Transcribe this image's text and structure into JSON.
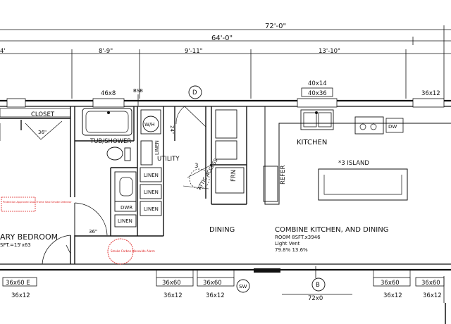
{
  "dimensions": {
    "overall": "72'-0\"",
    "second": "64'-0\"",
    "seg_left": "4'",
    "seg1": "8'-9\"",
    "seg2": "9'-11\"",
    "seg3": "13'-10\"",
    "bottom_center": "72x0"
  },
  "top_windows": {
    "w1": "46x8",
    "w2": "BSB",
    "w3": "40x14",
    "w4": "40x36",
    "w5": "36x12"
  },
  "bottom_windows": {
    "b1": "36x60 E",
    "b1b": "36x12",
    "b2": "36x60",
    "b2b": "36x12",
    "b3": "36x60",
    "b3b": "36x12",
    "b4": "36x60",
    "b4b": "36x12",
    "b5": "36x60",
    "b5b": "36x12"
  },
  "rooms": {
    "closet": "CLOSET",
    "tub": "TUB/SHOWER",
    "utility": "UTILITY",
    "kitchen": "KITCHEN",
    "island": "*3 ISLAND",
    "dining": "DINING",
    "combine": "COMBINE KITCHEN, AND DINING",
    "combine_room": "ROOM 8SFT.x3946",
    "combine_light": "Light Vent",
    "combine_pct": "79.8% 13.6%",
    "bedroom": "ARY BEDROOM",
    "bedroom_sub": "SFT.=15'x63"
  },
  "labels": {
    "linen_v": "LINEN",
    "linen1": "LINEN",
    "linen2": "LINEN",
    "linen3": "LINEN",
    "linen4": "LINEN",
    "dwr1": "DWR",
    "dwr2": "DW",
    "wh": "W/H",
    "frn": "FRN",
    "refer": "REFER",
    "door36a": "36\"",
    "door36b": "36\"",
    "door24": "24\"",
    "attic": "ATTIC ACCESS",
    "sw": "SW",
    "b_tag": "B",
    "d_tag": "D",
    "num3": "3"
  },
  "notes": {
    "red_box": "Protection Approved Door Frame Seal Smoke Detector",
    "red_circle": "Smoke Carbon Monoxide Alarm"
  }
}
